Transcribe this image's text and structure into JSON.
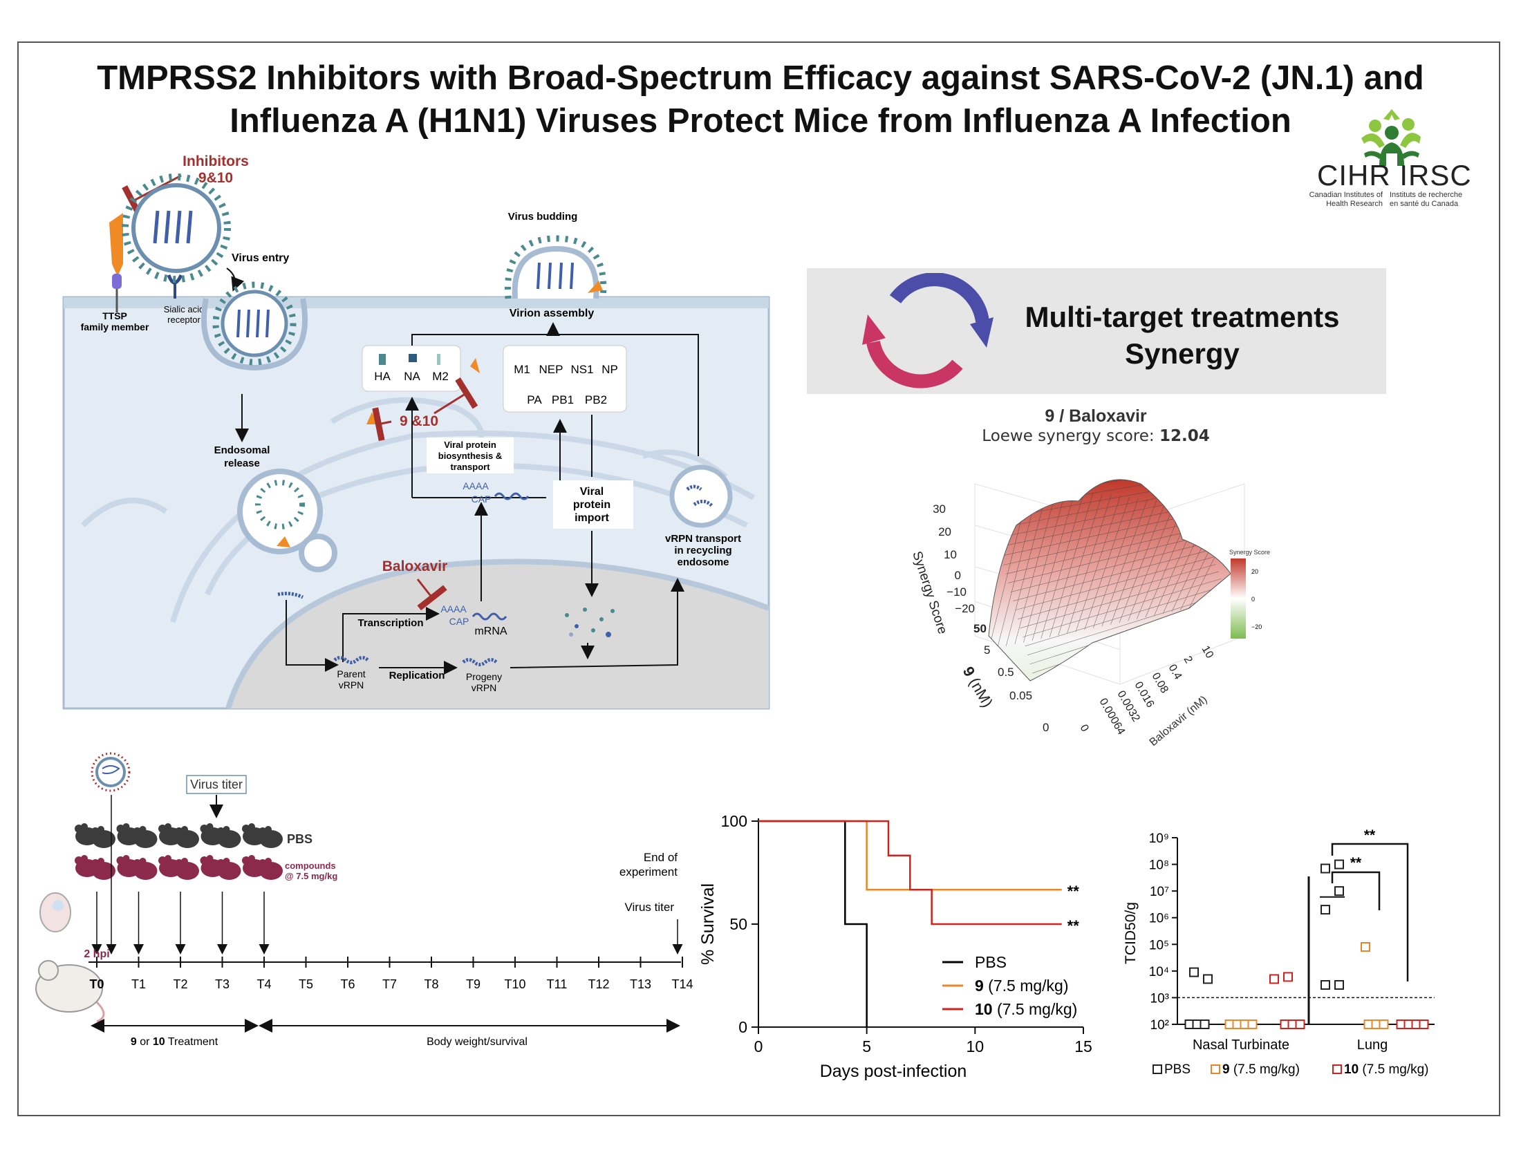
{
  "title": {
    "line1": "TMPRSS2 Inhibitors with Broad-Spectrum Efficacy against SARS-CoV-2 (JN.1) and",
    "line2": "Influenza A (H1N1) Viruses Protect Mice from Influenza A Infection"
  },
  "logo": {
    "name": "CIHR IRSC",
    "sub_en_1": "Canadian Institutes of",
    "sub_en_2": "Health Research",
    "sub_fr_1": "Instituts de recherche",
    "sub_fr_2": "en santé du Canada",
    "icon": "maple-leaf-people-icon"
  },
  "mechanism": {
    "inhibitors_label_1": "Inhibitors",
    "inhibitors_label_2": "9&10",
    "virus_entry": "Virus entry",
    "ttsp_1": "TTSP",
    "ttsp_2": "family member",
    "sialic_1": "Sialic acid",
    "sialic_2": "receptor",
    "virus_budding": "Virus budding",
    "virion_assembly": "Virion assembly",
    "ha": "HA",
    "na": "NA",
    "m2": "M2",
    "m1": "M1",
    "nep": "NEP",
    "ns1": "NS1",
    "np": "NP",
    "pa": "PA",
    "pb1": "PB1",
    "pb2": "PB2",
    "inhib_910": "9 &10",
    "viral_protein_1": "Viral protein",
    "viral_protein_2": "biosynthesis &",
    "viral_protein_3": "transport",
    "aaaa": "AAAA",
    "cap": "CAP",
    "endosomal_1": "Endosomal",
    "endosomal_2": "release",
    "import_1": "Viral",
    "import_2": "protein",
    "import_3": "import",
    "vrpn_1": "vRPN transport",
    "vrpn_2": "in recycling",
    "vrpn_3": "endosome",
    "baloxavir": "Baloxavir",
    "transcription": "Transcription",
    "mrna": "mRNA",
    "parent_1": "Parent",
    "parent_2": "vRPN",
    "replication": "Replication",
    "progeny_1": "Progeny",
    "progeny_2": "vRPN",
    "colors": {
      "inhibitor": "#a3302d",
      "virus_teal": "#4a8a8f",
      "membrane": "#9db4cc"
    }
  },
  "synergy": {
    "banner_line1": "Multi-target treatments",
    "banner_line2": "Synergy",
    "plot_title": "9 / Baloxavir",
    "loewe_label": "Loewe synergy score:",
    "loewe_value": "12.04",
    "z_axis_label": "Synergy Score",
    "z_ticks": [
      "30",
      "20",
      "10",
      "0",
      "−10",
      "−20"
    ],
    "y_axis_label_bold": "9",
    "y_axis_label_rest": "(nM)",
    "y_ticks": [
      "50",
      "5",
      "0.5",
      "0.05",
      "0"
    ],
    "x_axis_label": "Baloxavir (nM)",
    "x_ticks": [
      "10",
      "2",
      "0.4",
      "0.08",
      "0.016",
      "0.0032",
      "0.00064",
      "0"
    ],
    "legend_title": "Synergy Score",
    "legend_ticks": [
      "20",
      "0",
      "−20"
    ],
    "colors": {
      "high": "#c0392b",
      "mid": "#ffffff",
      "low": "#7dbb4f"
    }
  },
  "timeline": {
    "virus_titer_box": "Virus titer",
    "pbs": "PBS",
    "compounds_1": "compounds",
    "compounds_2": "@ 7.5 mg/kg",
    "end_1": "End of",
    "end_2": "experiment",
    "virus_titer_end": "Virus titer",
    "hpi": "2 hpi",
    "days": [
      "T0",
      "T1",
      "T2",
      "T3",
      "T4",
      "T5",
      "T6",
      "T7",
      "T8",
      "T9",
      "T10",
      "T11",
      "T12",
      "T13",
      "T14"
    ],
    "treatment_bold": "9",
    "treatment_or": "or",
    "treatment_bold2": "10",
    "treatment_rest": "Treatment",
    "body_weight": "Body weight/survival"
  },
  "chart_data": [
    {
      "type": "line",
      "step": true,
      "xlabel": "Days post-infection",
      "ylabel": "% Survival",
      "xlim": [
        0,
        15
      ],
      "ylim": [
        0,
        100
      ],
      "x_ticks": [
        "0",
        "5",
        "10",
        "15"
      ],
      "y_ticks": [
        "0",
        "50",
        "100"
      ],
      "series": [
        {
          "name": "PBS",
          "color": "#000000",
          "points": [
            [
              0,
              100
            ],
            [
              4,
              100
            ],
            [
              4,
              50
            ],
            [
              5,
              50
            ],
            [
              5,
              0
            ]
          ]
        },
        {
          "name_bold": "9",
          "name": "(7.5 mg/kg)",
          "color": "#e8872a",
          "points": [
            [
              0,
              100
            ],
            [
              5,
              100
            ],
            [
              5,
              66.7
            ],
            [
              14,
              66.7
            ]
          ],
          "significance": "**"
        },
        {
          "name_bold": "10",
          "name": "(7.5 mg/kg)",
          "color": "#d0221c",
          "points": [
            [
              0,
              100
            ],
            [
              6,
              100
            ],
            [
              6,
              83.3
            ],
            [
              7,
              83.3
            ],
            [
              7,
              66.7
            ],
            [
              8,
              66.7
            ],
            [
              8,
              50
            ],
            [
              14,
              50
            ]
          ],
          "significance": "**"
        }
      ]
    },
    {
      "type": "scatter",
      "ylabel": "TCID50/g",
      "yscale": "log",
      "ylim": [
        100,
        1000000000
      ],
      "y_ticks": [
        "10²",
        "10³",
        "10⁴",
        "10⁵",
        "10⁶",
        "10⁷",
        "10⁸",
        "10⁹"
      ],
      "detection_limit": 1000,
      "categories": [
        "Nasal Turbinate",
        "Lung"
      ],
      "series": [
        {
          "name": "PBS",
          "color": "#222222",
          "values": {
            "Nasal Turbinate": [
              100,
              100,
              100,
              5000,
              9000
            ],
            "Lung": [
              3000,
              3000,
              2000000,
              10000000,
              70000000,
              100000000
            ]
          },
          "mean": {
            "Lung": 6000000
          }
        },
        {
          "name_bold": "9",
          "name": "(7.5 mg/kg)",
          "color": "#e8872a",
          "values": {
            "Nasal Turbinate": [
              100,
              100,
              100,
              100
            ],
            "Lung": [
              80000,
              100,
              100,
              100
            ]
          }
        },
        {
          "name_bold": "10",
          "name": "(7.5 mg/kg)",
          "color": "#d0221c",
          "values": {
            "Nasal Turbinate": [
              5000,
              6000,
              100,
              100,
              100
            ],
            "Lung": [
              100,
              100,
              100,
              100
            ]
          }
        }
      ],
      "significance": [
        "**",
        "**"
      ]
    }
  ]
}
